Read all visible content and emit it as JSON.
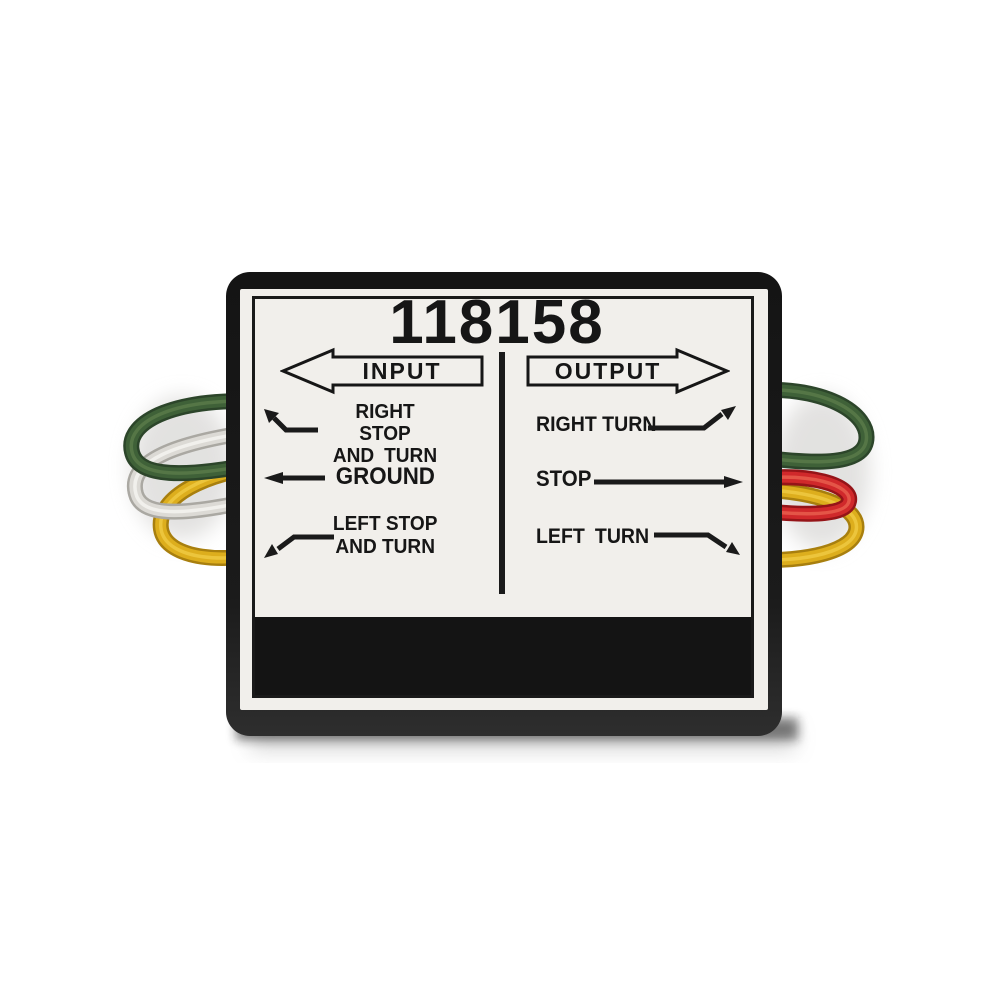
{
  "product": {
    "part_number": "118158",
    "input_banner": "INPUT",
    "output_banner": "OUTPUT",
    "input_rows": [
      {
        "line1": "RIGHT STOP",
        "line2": "AND TURN"
      },
      {
        "line1": "GROUND",
        "line2": ""
      },
      {
        "line1": "LEFT STOP",
        "line2": "AND TURN"
      }
    ],
    "output_rows": [
      {
        "label": "RIGHT TURN"
      },
      {
        "label": "STOP"
      },
      {
        "label": "LEFT TURN"
      }
    ]
  },
  "wires": {
    "left": [
      {
        "name": "green-wire",
        "color": "#3f6138",
        "shade": "#2c452a",
        "highlight": "#5f7f4d"
      },
      {
        "name": "white-wire",
        "color": "#dcdad5",
        "shade": "#aaa8a2",
        "highlight": "#f3f2ee"
      },
      {
        "name": "yellow-wire",
        "color": "#ddae1d",
        "shade": "#a87f0e",
        "highlight": "#f0ca45"
      }
    ],
    "right": [
      {
        "name": "green-wire",
        "color": "#3f6138",
        "shade": "#2c452a",
        "highlight": "#5f7f4d"
      },
      {
        "name": "red-wire",
        "color": "#d0292b",
        "shade": "#951418",
        "highlight": "#e9604f"
      },
      {
        "name": "yellow-wire",
        "color": "#ddae1d",
        "shade": "#a87f0e",
        "highlight": "#f0ca45"
      }
    ]
  },
  "colors": {
    "body_black": "#1b1b1b",
    "label_background": "#f1efeb",
    "ink": "#1a1a1a"
  }
}
